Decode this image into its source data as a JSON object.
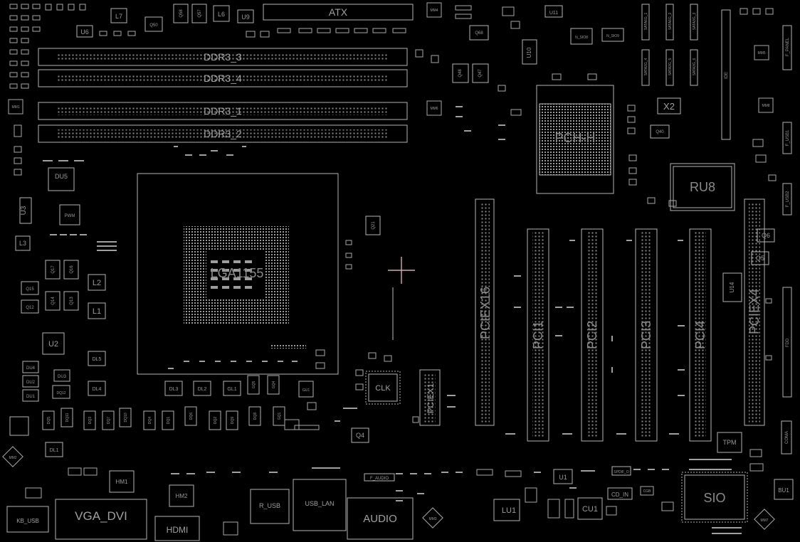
{
  "diagram": {
    "connectors": {
      "atx": "ATX",
      "ddr_1": "DDR3_1",
      "ddr_2": "DDR3_2",
      "ddr_3": "DDR3_3",
      "ddr_4": "DDR3_4",
      "ide": "IDE",
      "fdd": "FDD",
      "f_panel": "F_PANEL",
      "f_usb1": "F_USB1",
      "f_usb2": "F_USB2",
      "com": "COMA",
      "f_audio": "F_AUDIO",
      "cd_in": "CD_IN"
    },
    "chips": {
      "cpu_socket": "LGA1155",
      "pch": "PCH-H",
      "ru8": "RU8",
      "sio": "SIO",
      "tpm": "TPM",
      "clk": "CLK",
      "pwm": "PWM",
      "x2": "X2",
      "du5": "DU5",
      "u2": "U2",
      "u3": "U3",
      "u6": "U6",
      "u9": "U9",
      "u10": "U10",
      "u11": "U11",
      "u14": "U14",
      "lu1": "LU1",
      "cu1": "CU1",
      "bu1": "BU1",
      "hm1": "HM1",
      "hm2": "HM2",
      "u1": "U1"
    },
    "slots": {
      "pciex16": "PCIEX16",
      "pci1": "PCI1",
      "pci2": "PCI2",
      "pci3": "PCI3",
      "pci4": "PCI4",
      "pciex4": "PCIEX4",
      "pciex1": "PCIEX1"
    },
    "io": {
      "kb_usb": "KB_USB",
      "vga_dvi": "VGA_DVI",
      "hdmi": "HDMI",
      "r_usb": "R_USB",
      "usb_lan": "USB_LAN",
      "audio": "AUDIO"
    },
    "passives": {
      "l1": "L1",
      "l2": "L2",
      "l3": "L3",
      "l6": "L6",
      "l7": "L7",
      "q4": "Q4",
      "q5": "Q5",
      "q6": "Q6",
      "q12": "Q12",
      "q13": "Q13",
      "q14": "Q14",
      "q15": "Q15",
      "q16": "Q16",
      "q17": "Q17",
      "q21": "Q21",
      "q40": "Q40",
      "q47": "Q47",
      "q48": "Q48",
      "q50": "Q50",
      "q58": "Q58",
      "q57": "Q57",
      "q68": "Q68",
      "dl1": "DL1",
      "dl2": "DL2",
      "dl3": "DL3",
      "dl4": "DL4",
      "dl5": "DL5",
      "gl1": "GL1",
      "du1": "DU1",
      "du2": "DU2",
      "du3": "DU3",
      "du4": "DU4",
      "dq12": "DQ12",
      "dq5": "DQ5",
      "dq11": "DQ11",
      "dq3": "DQ3",
      "dq7": "DQ7",
      "dq10": "DQ10",
      "dq4": "DQ4",
      "dq1": "DQ1",
      "dq6": "DQ6",
      "dq2": "DQ2",
      "dq9": "DQ9",
      "dq8": "DQ8",
      "gq5": "GQ5",
      "gq4": "GQ4",
      "gq1": "GQ1",
      "gq3": "GQ3",
      "gq2": "GQ2",
      "gu1": "GU1",
      "mm1": "MM1",
      "mm2": "MM2",
      "mm3": "MM3",
      "mm4": "MM4",
      "mm5": "MM5",
      "mm6": "MM6",
      "mm7": "MM7",
      "mm8": "MM8",
      "sata1": "SATA6G_1",
      "sata2": "SATA6G_2",
      "sata3": "SATA3G_3",
      "sata4": "SATA3G_4",
      "sata5": "SATA3G_5",
      "sata6": "SATA3G_6",
      "n_sio8": "N_SIO8",
      "n_sio9": "N_SIO9",
      "spdif": "SPDIF_O",
      "cgb": "CGB"
    }
  }
}
